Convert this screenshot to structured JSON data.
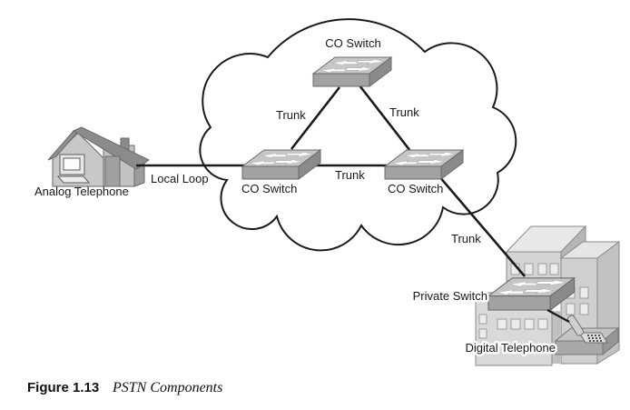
{
  "figure_caption": {
    "label": "Figure 1.13",
    "title": "PSTN Components"
  },
  "labels": {
    "co_switch_top": "CO Switch",
    "co_switch_left": "CO Switch",
    "co_switch_right": "CO Switch",
    "trunk_top_left": "Trunk",
    "trunk_top_right": "Trunk",
    "trunk_middle": "Trunk",
    "trunk_private": "Trunk",
    "local_loop": "Local Loop",
    "analog_telephone": "Analog Telephone",
    "private_switch": "Private Switch",
    "digital_telephone": "Digital Telephone"
  },
  "icons": {
    "pstn_network": "cloud-outline",
    "co_switch": "network-switch-icon",
    "private_switch": "network-switch-icon",
    "analog_telephone_site": "house-icon",
    "digital_telephone_site": "office-building-icon",
    "digital_telephone_device": "telephone-icon"
  },
  "colors": {
    "background": "#ffffff",
    "line": "#1a1a1a",
    "text": "#15181c",
    "switch_top": "#c6c6c6",
    "switch_front": "#a2a2a2",
    "switch_side": "#8a8a8a",
    "switch_arrows": "#ffffff",
    "building_front": "#d4d4d4",
    "building_top": "#e8e8e8",
    "building_side": "#b6b6b6",
    "window": "#ededed"
  }
}
